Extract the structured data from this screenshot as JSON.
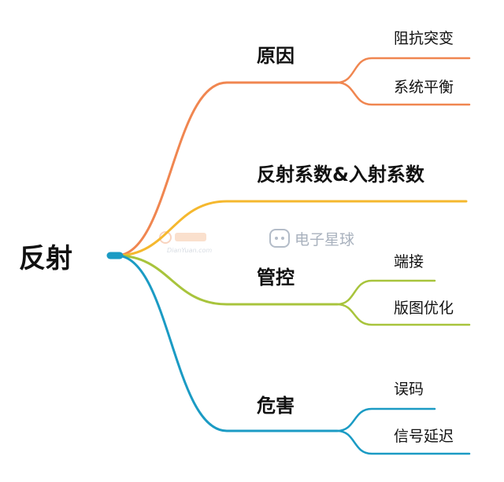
{
  "mindmap": {
    "root": {
      "label": "反射",
      "color": "#1b9bc4"
    },
    "branches": [
      {
        "label": "原因",
        "color": "#f08650",
        "children": [
          "阻抗突变",
          "系统平衡"
        ]
      },
      {
        "label": "反射系数&入射系数",
        "color": "#f5b82e",
        "children": []
      },
      {
        "label": "管控",
        "color": "#a8c43c",
        "children": [
          "端接",
          "版图优化"
        ]
      },
      {
        "label": "危害",
        "color": "#1b9bc4",
        "children": [
          "误码",
          "信号延迟"
        ]
      }
    ]
  },
  "watermarks": {
    "left": {
      "text": "DianYuan.com",
      "icon": "dianyuan-logo-icon"
    },
    "right": {
      "text": "电子星球",
      "icon": "robot-face-icon"
    }
  }
}
